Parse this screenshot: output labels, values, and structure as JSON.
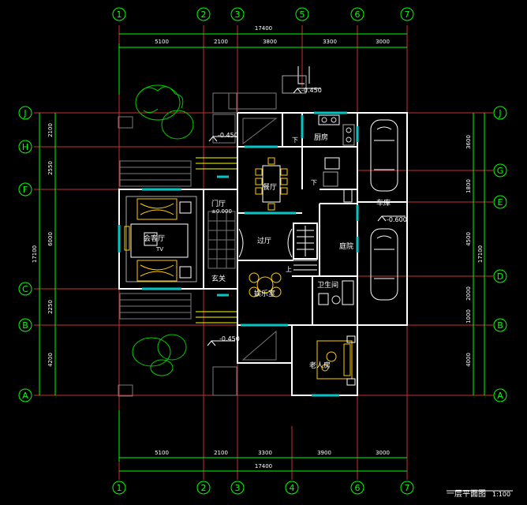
{
  "grid_columns": [
    "1",
    "2",
    "3",
    "5",
    "6",
    "7"
  ],
  "grid_columns_bottom": [
    "1",
    "2",
    "3",
    "4",
    "6",
    "7"
  ],
  "grid_rows_left": [
    "J",
    "H",
    "F",
    "C",
    "B",
    "A"
  ],
  "grid_rows_right": [
    "J",
    "G",
    "E",
    "D",
    "B",
    "A"
  ],
  "dims_top": {
    "total": "17400",
    "segments": [
      "5100",
      "2100",
      "3800",
      "3300",
      "3000"
    ]
  },
  "dims_bottom": {
    "total": "17400",
    "segments": [
      "5100",
      "2100",
      "3300",
      "3900",
      "3000"
    ]
  },
  "dims_left": {
    "total": "17100",
    "segments": [
      "2100",
      "2550",
      "6000",
      "2250",
      "4200"
    ]
  },
  "dims_right": {
    "total": "17100",
    "segments": [
      "3600",
      "1800",
      "4500",
      "2000",
      "1000",
      "4000"
    ]
  },
  "rooms": {
    "kitchen": "厨房",
    "dining": "餐厅",
    "garage": "车库",
    "hall": "门厅",
    "meeting": "会客厅",
    "corridor": "过厅",
    "foyer": "玄关",
    "entertainment": "娱乐室",
    "bath": "卫生间",
    "elderly": "老人房",
    "table": "TV",
    "courtyard": "庭院"
  },
  "elevations": {
    "top": "-0.450",
    "upper_left": "-0.450",
    "garage": "-0.600",
    "lower_left": "-0.450",
    "hall": "±0.000"
  },
  "stair_marks": {
    "down1": "下",
    "down2": "下",
    "up": "上"
  },
  "title": {
    "name": "一层平面图",
    "scale": "1:100"
  },
  "colors": {
    "background": "#000000",
    "grid_line": "#c83232",
    "dim": "#00ff00",
    "wall": "#ffffff",
    "accent": "#00c8c8",
    "label": "#ffff66"
  }
}
